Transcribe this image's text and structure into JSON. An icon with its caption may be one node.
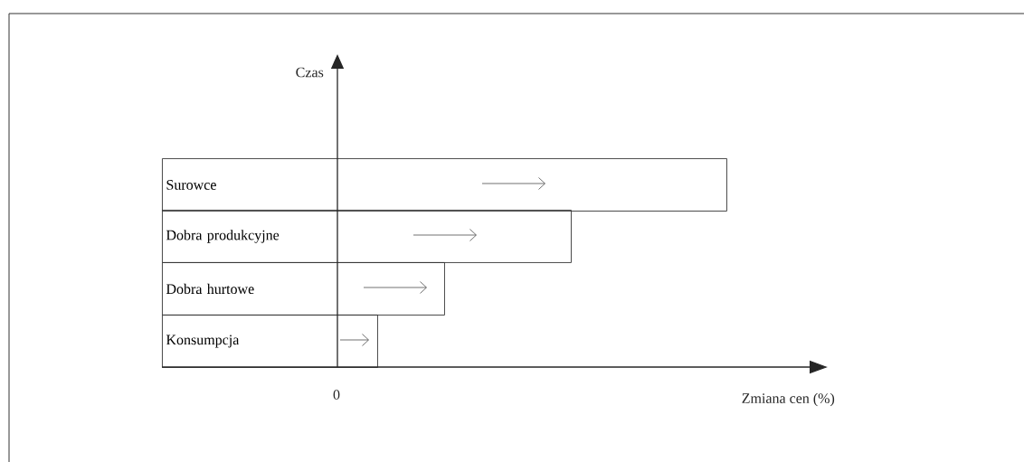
{
  "diagram": {
    "nodes": [
      {
        "text": [
          "Surowce"
        ]
      },
      {
        "text": [
          "Dobra produkcyjne"
        ]
      },
      {
        "text": [
          "Dobra hurtowe"
        ]
      },
      {
        "text": [
          "Konsumpcja"
        ]
      }
    ],
    "edges": [],
    "labels": [
      "Czas",
      "0",
      "Zmiana cen (%)"
    ]
  }
}
